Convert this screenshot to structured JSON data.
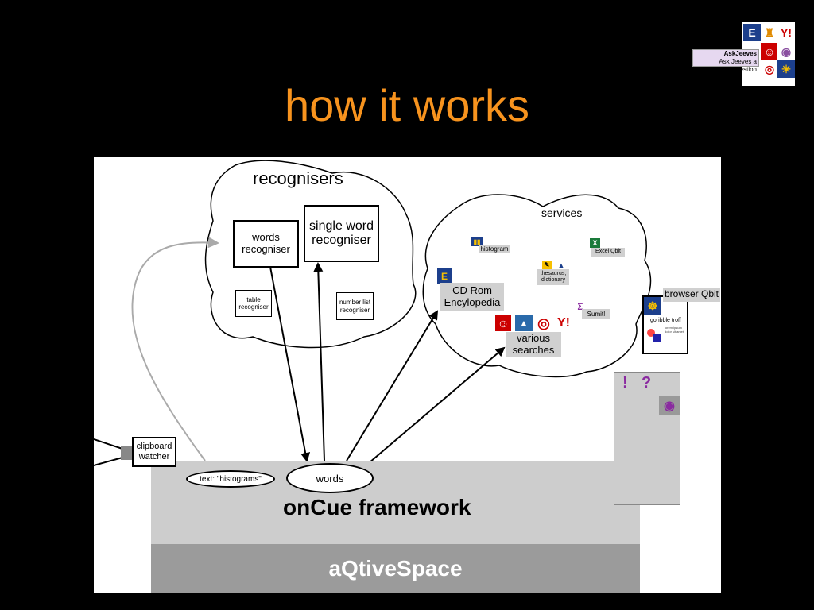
{
  "slide": {
    "title": "how it works"
  },
  "diagram": {
    "recognisers_label": "recognisers",
    "words_recogniser": "words recogniser",
    "single_word_recogniser": "single word recogniser",
    "table_recogniser": "table recogniser",
    "number_list_recogniser": "number list recogniser",
    "services_label": "services",
    "histogram": "histogram",
    "excel_qbit": "Excel Qbit",
    "thesaurus": "thesaurus, dictionary",
    "cd_rom": "CD Rom Encylopedia",
    "sumit": "Sumit!",
    "various_searches": "various searches",
    "browser_qbit": "browser Qbit",
    "goribble_title": "goribble troff",
    "goribble_text": "lorem ipsum dolor sit amet",
    "clipboard_watcher": "clipboard watcher",
    "text_histograms": "text: \"histograms\"",
    "words": "words",
    "oncue_framework": "onCue framework",
    "aqtivespace": "aQtiveSpace",
    "sidebar_excl": "!",
    "sidebar_q": "?"
  },
  "askjeeves": {
    "title": "AskJeeves",
    "subtitle": "Ask Jeeves a Question"
  },
  "icons": {
    "encyclopedia": "encyclopedia-icon",
    "yahoo": "yahoo-icon",
    "jeeves": "jeeves-icon",
    "target": "target-icon",
    "eye": "eye-icon",
    "mountain": "mountain-icon",
    "helm": "ship-helm-icon",
    "excel": "excel-icon",
    "sigma": "sigma-icon",
    "histogram": "histogram-icon"
  },
  "colors": {
    "title": "#f7931e",
    "framework": "#cdcdcd",
    "aqtivespace": "#9b9b9b",
    "label_bg": "#d0d0d0"
  }
}
